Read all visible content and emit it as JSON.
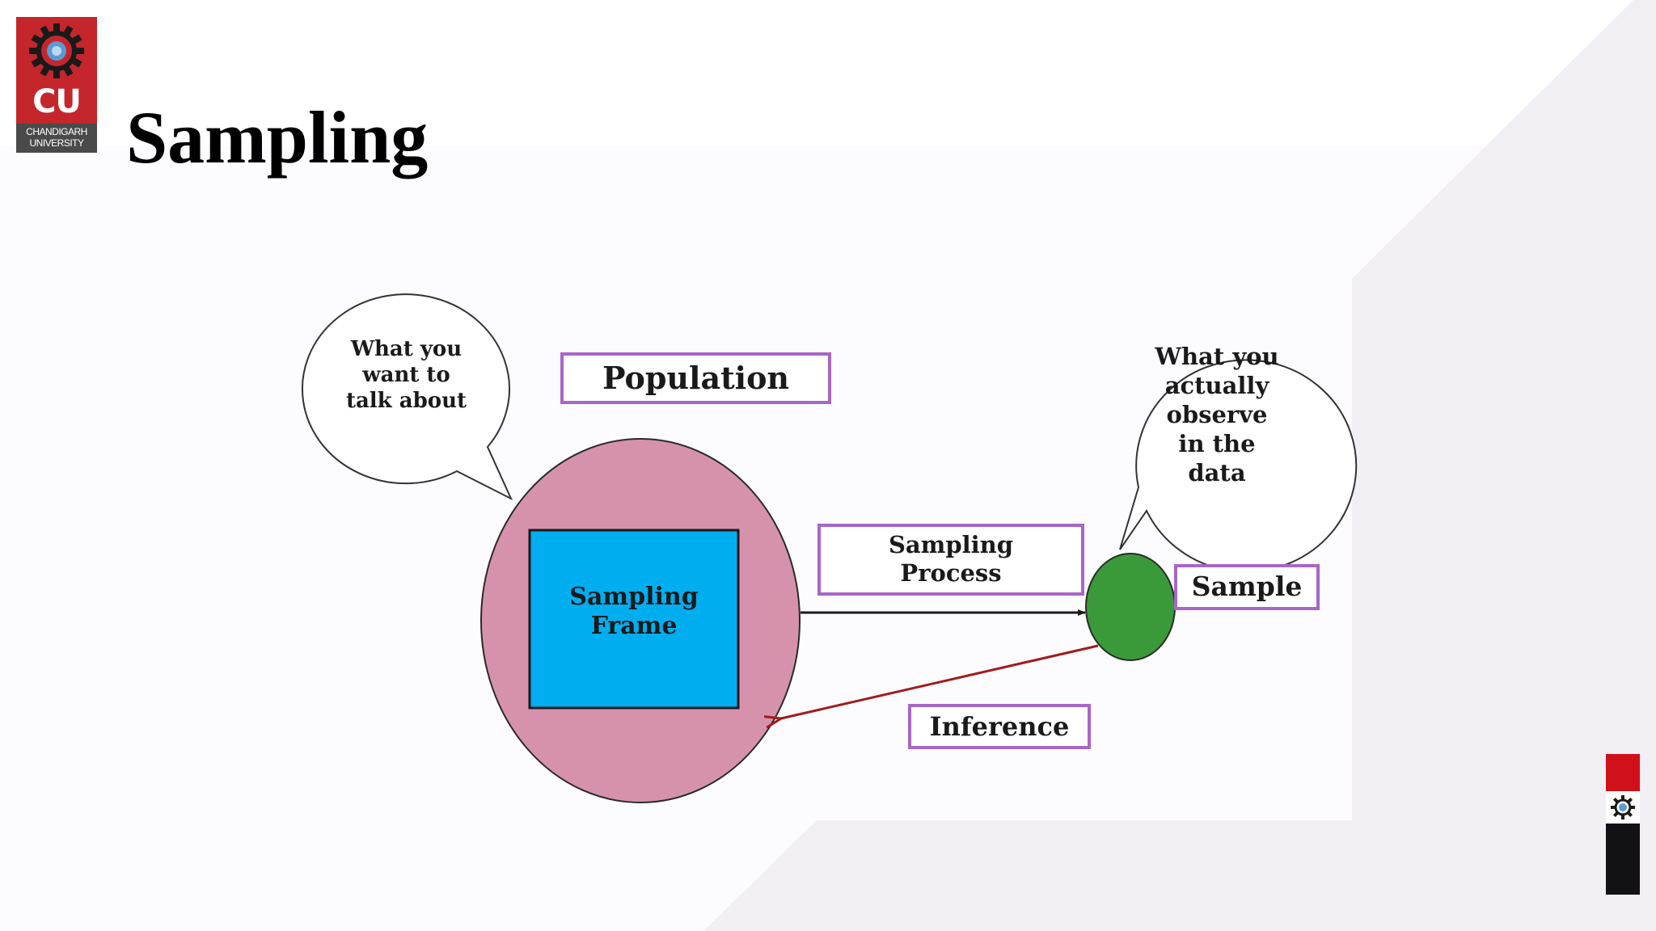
{
  "slide": {
    "title": "Sampling"
  },
  "logo": {
    "abbr": "CU",
    "name_line1": "CHANDIGARH",
    "name_line2": "UNIVERSITY"
  },
  "diagram": {
    "bubble_left": {
      "line1": "What you",
      "line2": "want to",
      "line3": "talk about"
    },
    "bubble_right": {
      "line1": "What you",
      "line2": "actually",
      "line3": "observe",
      "line4": "in the",
      "line5": "data"
    },
    "population_label": "Population",
    "frame_line1": "Sampling",
    "frame_line2": "Frame",
    "process_line1": "Sampling",
    "process_line2": "Process",
    "sample_label": "Sample",
    "inference_label": "Inference"
  },
  "colors": {
    "population_ellipse": "#d692ac",
    "frame_box": "#00aeef",
    "sample_circle": "#3a9a3a",
    "label_border": "#a866c6",
    "inference_arrow": "#a01b1b",
    "logo_red": "#c4262c"
  },
  "icons": {
    "logo_emblem": "gear-emblem-icon",
    "corner_emblem": "gear-icon"
  }
}
